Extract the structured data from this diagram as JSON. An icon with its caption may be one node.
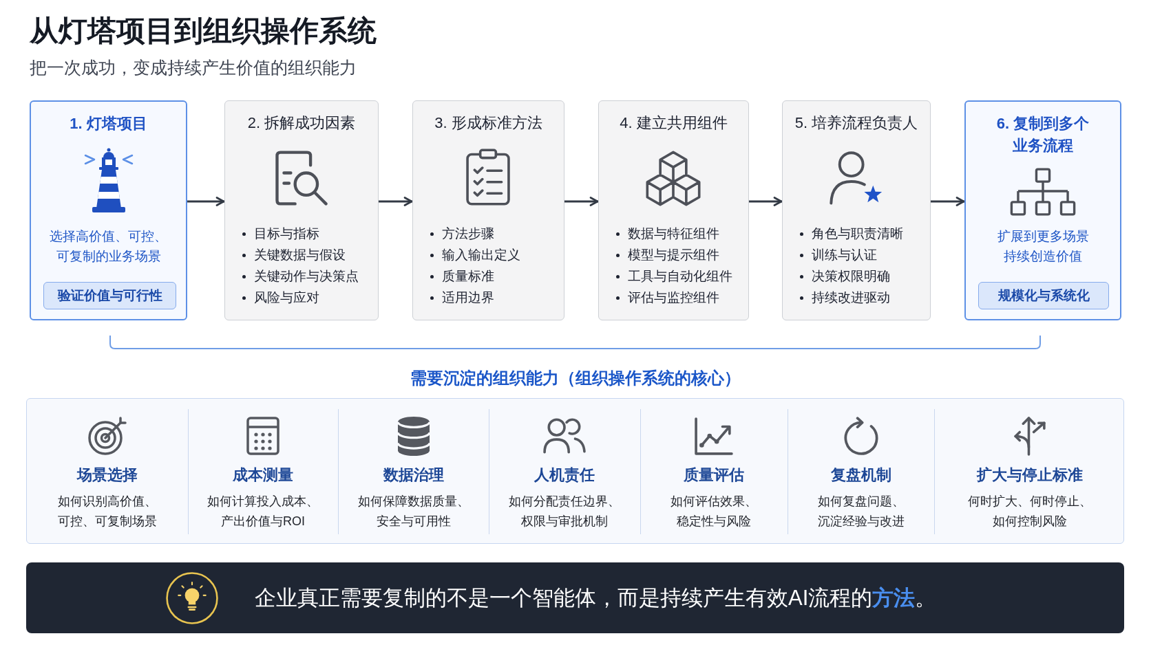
{
  "diagram": {
    "title": "从灯塔项目到组织操作系统",
    "nodes": [
      {
        "text": [
          "1. 灯塔项目",
          "选择高价值、可控、可复制的业务场景",
          "验证价值与可行性"
        ]
      },
      {
        "text": [
          "2. 拆解成功因素",
          "目标与指标",
          "关键数据与假设",
          "关键动作与决策点",
          "风险与应对"
        ]
      },
      {
        "text": [
          "3. 形成标准方法",
          "方法步骤",
          "输入输出定义",
          "质量标准",
          "适用边界"
        ]
      },
      {
        "text": [
          "4. 建立共用组件",
          "数据与特征组件",
          "模型与提示组件",
          "工具与自动化组件",
          "评估与监控组件"
        ]
      },
      {
        "text": [
          "5. 培养流程负责人",
          "角色与职责清晰",
          "训练与认证",
          "决策权限明确",
          "持续改进驱动"
        ]
      },
      {
        "text": [
          "6. 复制到多个业务流程",
          "扩展到更多场景",
          "持续创造价值",
          "规模化与系统化"
        ]
      },
      {
        "text": [
          "需要沉淀的组织能力（组织操作系统的核心）"
        ]
      },
      {
        "text": [
          "场景选择",
          "如何识别高价值、可控、可复制场景"
        ],
        "in": 6
      },
      {
        "text": [
          "成本测量",
          "如何计算投入成本、产出价值与ROI"
        ],
        "in": 6
      },
      {
        "text": [
          "数据治理",
          "如何保障数据质量、安全与可用性"
        ],
        "in": 6
      },
      {
        "text": [
          "人机责任",
          "如何分配责任边界、权限与审批机制"
        ],
        "in": 6
      },
      {
        "text": [
          "质量评估",
          "如何评估效果、稳定性与风险"
        ],
        "in": 6
      },
      {
        "text": [
          "复盘机制",
          "如何复盘问题、沉淀经验与改进"
        ],
        "in": 6
      },
      {
        "text": [
          "扩大与停止标准",
          "何时扩大、何时停止、如何控制风险"
        ],
        "in": 6
      },
      {
        "text": [
          "企业真正需要复制的不是一个智能体，而是持续产生有效AI流程的**方法**。"
        ]
      }
    ],
    "edges": [
      {
        "from": 0,
        "to": 1,
        "arrow": "to"
      },
      {
        "from": 1,
        "to": 2,
        "arrow": "to"
      },
      {
        "from": 2,
        "to": 3,
        "arrow": "to"
      },
      {
        "from": 3,
        "to": 4,
        "arrow": "to"
      },
      {
        "from": 4,
        "to": 5,
        "arrow": "to"
      }
    ],
    "labels": [
      "把一次成功，变成持续产生价值的组织能力"
    ]
  }
}
